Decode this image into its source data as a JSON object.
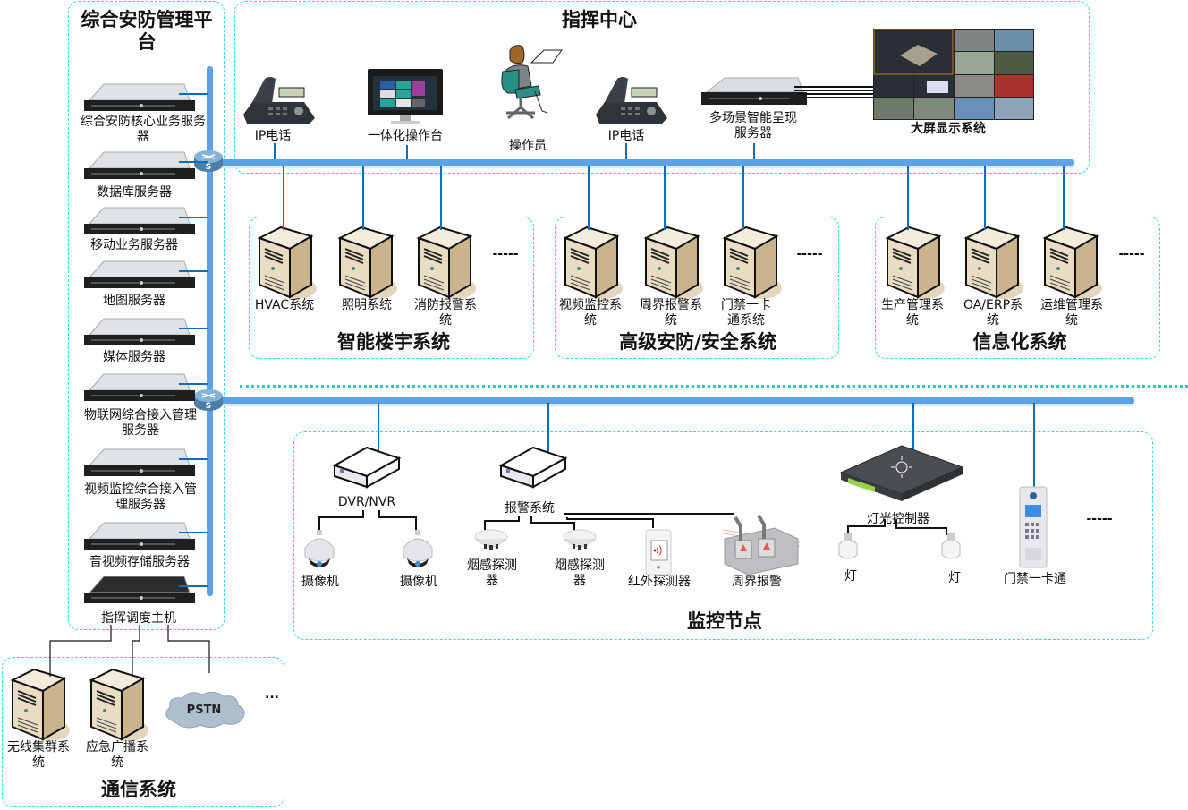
{
  "platform": {
    "title": "综合安防管理平台",
    "servers": [
      {
        "label": "综合安防核心业务服务器"
      },
      {
        "label": "数据库服务器"
      },
      {
        "label": "移动业务服务器"
      },
      {
        "label": "地图服务器"
      },
      {
        "label": "媒体服务器"
      },
      {
        "label": "物联网综合接入管理服务器"
      },
      {
        "label": "视频监控综合接入管理服务器"
      },
      {
        "label": "音视频存储服务器"
      },
      {
        "label": "指挥调度主机"
      }
    ],
    "switch_label": "S"
  },
  "command_center": {
    "title": "指挥中心",
    "devices": [
      {
        "label": "IP电话"
      },
      {
        "label": "一体化操作台"
      },
      {
        "label": "操作员"
      },
      {
        "label": "IP电话"
      },
      {
        "label": "多场景智能呈现服务器"
      },
      {
        "label": "大屏显示系统"
      }
    ]
  },
  "groups": [
    {
      "title": "智能楼宇系统",
      "items": [
        "HVAC系统",
        "照明系统",
        "消防报警系统"
      ],
      "more": "-----"
    },
    {
      "title": "高级安防/安全系统",
      "items": [
        "视频监控系统",
        "周界报警系统",
        "门禁一卡通系统"
      ],
      "more": "-----"
    },
    {
      "title": "信息化系统",
      "items": [
        "生产管理系统",
        "OA/ERP系统",
        "运维管理系统"
      ],
      "more": "-----"
    }
  ],
  "monitoring": {
    "title": "监控节点",
    "dvr": "DVR/NVR",
    "cameras": [
      "摄像机",
      "摄像机"
    ],
    "alarm": "报警系统",
    "smoke": [
      "烟感探测器",
      "烟感探测器"
    ],
    "infrared": "红外探测器",
    "perimeter": "周界报警",
    "light_ctrl": "灯光控制器",
    "lamps": [
      "灯",
      "灯"
    ],
    "access": "门禁一卡通",
    "more": "-----"
  },
  "communication": {
    "title": "通信系统",
    "items": [
      "无线集群系统",
      "应急广播系统"
    ],
    "cloud": "PSTN",
    "more": "..."
  }
}
